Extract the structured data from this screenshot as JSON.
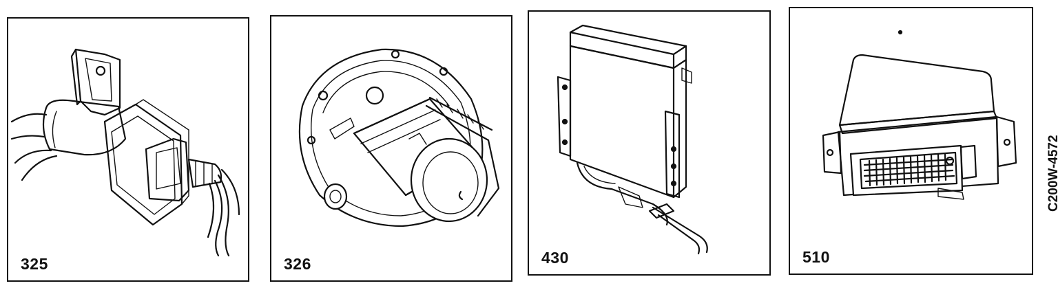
{
  "panels": [
    {
      "label": "325",
      "icon": "sensor-connector-illustration"
    },
    {
      "label": "326",
      "icon": "air-pump-motor-illustration"
    },
    {
      "label": "430",
      "icon": "control-module-illustration"
    },
    {
      "label": "510",
      "icon": "ecu-connector-module-illustration"
    }
  ],
  "figure_code": "C200W-4572"
}
